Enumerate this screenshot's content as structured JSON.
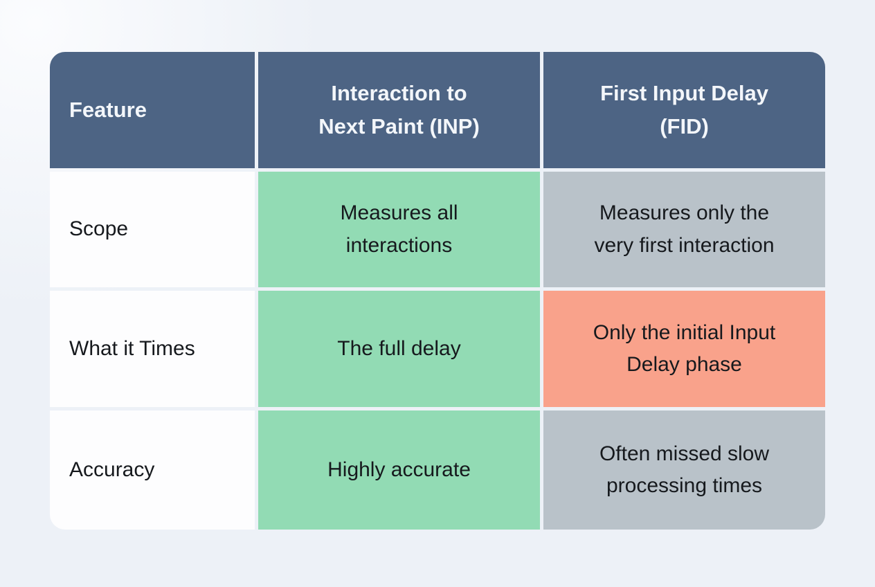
{
  "chart_data": {
    "type": "table",
    "title": "",
    "columns": [
      "Feature",
      "Interaction to Next Paint (INP)",
      "First Input Delay (FID)"
    ],
    "rows": [
      [
        "Scope",
        "Measures all interactions",
        "Measures only the very first interaction"
      ],
      [
        "What it Times",
        "The full delay",
        "Only the initial Input Delay phase"
      ],
      [
        "Accuracy",
        "Highly accurate",
        "Often missed slow processing times"
      ]
    ],
    "cell_tones": [
      [
        "label",
        "positive",
        "neutral"
      ],
      [
        "label",
        "positive",
        "negative"
      ],
      [
        "label",
        "positive",
        "neutral"
      ]
    ],
    "legend_position": "none",
    "grid": false
  },
  "table": {
    "columns": [
      {
        "label": "Feature"
      },
      {
        "label": "Interaction to\nNext Paint (INP)"
      },
      {
        "label": "First Input Delay\n(FID)"
      }
    ],
    "rows": [
      {
        "feature": "Scope",
        "inp": "Measures all\ninteractions",
        "fid": "Measures only the\nvery first interaction"
      },
      {
        "feature": "What it Times",
        "inp": "The full delay",
        "fid": "Only the initial Input\nDelay phase"
      },
      {
        "feature": "Accuracy",
        "inp": "Highly accurate",
        "fid": "Often missed slow\nprocessing times"
      }
    ],
    "colors": {
      "header_bg": "#4d6484",
      "header_text": "#f3f6fa",
      "positive_bg": "#92dbb4",
      "neutral_bg": "#b9c2c9",
      "negative_bg": "#f9a28b",
      "label_bg": "#fdfdfe",
      "body_text": "#16191d",
      "page_bg": "#edf1f7"
    }
  }
}
